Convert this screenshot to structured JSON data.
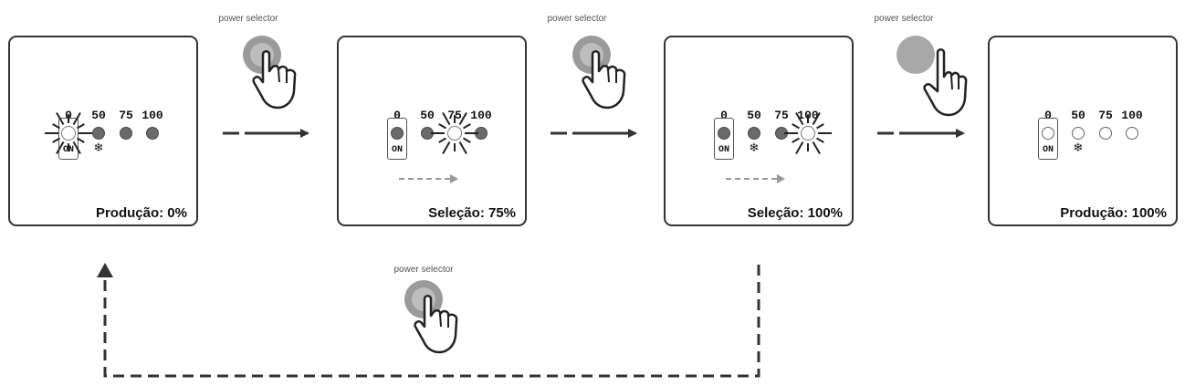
{
  "button_label": "power selector",
  "level_labels": [
    "0",
    "50",
    "75",
    "100"
  ],
  "on_label": "ON",
  "snowflake_glyph": "❄",
  "panels": [
    {
      "status": "Produção: 0%",
      "leds": [
        "flash",
        "on",
        "on",
        "on"
      ],
      "flash_index": 0,
      "show_flake": true,
      "progress_arrow": false
    },
    {
      "status": "Seleção: 75%",
      "leds": [
        "on",
        "on",
        "flash",
        "on"
      ],
      "flash_index": 2,
      "show_flake": false,
      "progress_arrow": true
    },
    {
      "status": "Seleção: 100%",
      "leds": [
        "on",
        "on",
        "on",
        "flash"
      ],
      "flash_index": 3,
      "show_flake": true,
      "progress_arrow": true
    },
    {
      "status": "Produção: 100%",
      "leds": [
        "off",
        "off",
        "off",
        "off"
      ],
      "flash_index": -1,
      "show_flake": true,
      "progress_arrow": false
    }
  ],
  "colors": {
    "button_outer": "#9a9a9a",
    "button_inner": "#bdbdbd",
    "led_on": "#6a6a6a",
    "line": "#333333"
  }
}
